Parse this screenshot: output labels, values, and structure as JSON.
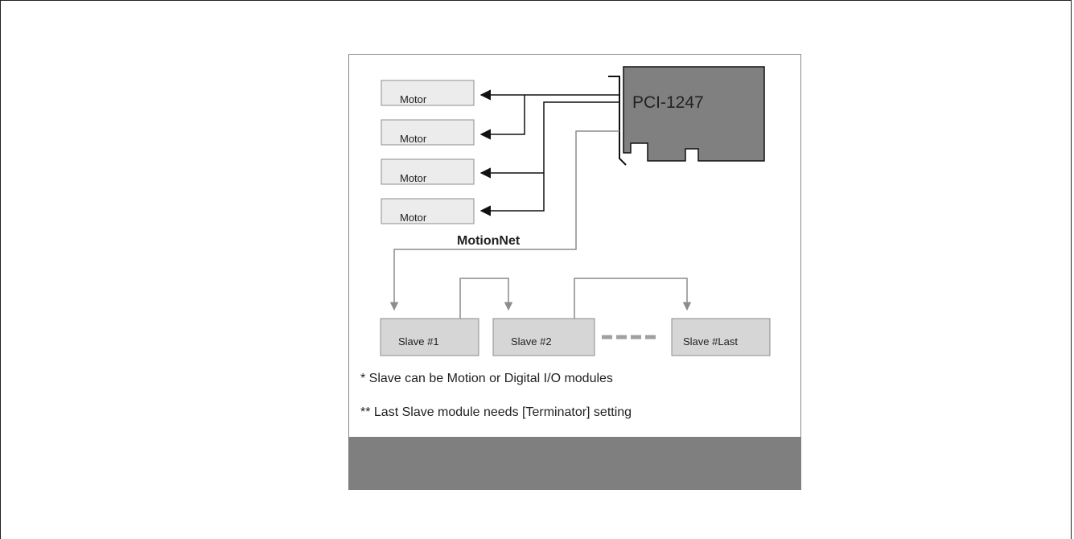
{
  "diagram": {
    "card_label": "PCI-1247",
    "bus_label": "MotionNet",
    "motors": [
      "Motor",
      "Motor",
      "Motor",
      "Motor"
    ],
    "slaves": [
      "Slave #1",
      "Slave #2",
      "Slave #Last"
    ],
    "notes": [
      "* Slave can be Motion or Digital I/O modules",
      "** Last Slave module needs [Terminator] setting"
    ],
    "colors": {
      "card_fill": "#808080",
      "motor_fill": "#ececec",
      "slave_fill": "#d6d6d6",
      "link_line": "#8c8c8c",
      "footer": "#7f7f7f"
    }
  }
}
